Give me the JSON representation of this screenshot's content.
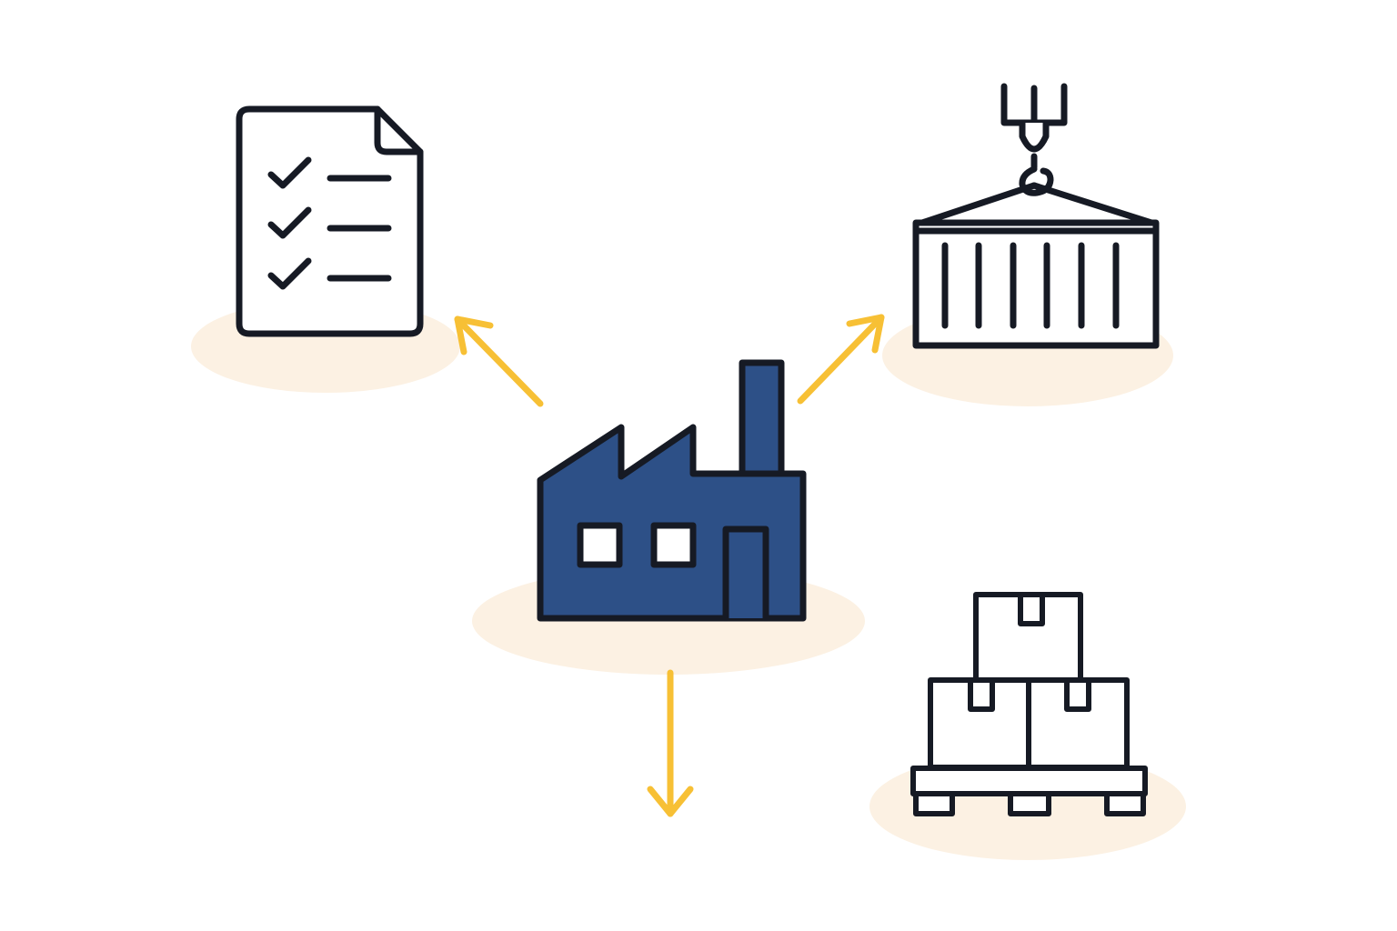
{
  "diagram": {
    "description_free": true,
    "colors": {
      "background": "#ffffff",
      "outline": "#161a24",
      "factory_fill": "#2d5087",
      "arrow": "#f7c035",
      "shadow": "#fcf1e3",
      "icon_fill": "#ffffff"
    },
    "nodes": [
      {
        "id": "factory",
        "icon": "factory-icon"
      },
      {
        "id": "checklist",
        "icon": "checklist-document-icon"
      },
      {
        "id": "container",
        "icon": "crane-container-icon"
      },
      {
        "id": "pallet",
        "icon": "pallet-boxes-icon"
      }
    ],
    "edges": [
      {
        "from": "factory",
        "to": "checklist",
        "icon": "arrow-up-left-icon"
      },
      {
        "from": "factory",
        "to": "container",
        "icon": "arrow-up-right-icon"
      },
      {
        "from": "factory",
        "to": "below",
        "icon": "arrow-down-icon"
      }
    ]
  }
}
